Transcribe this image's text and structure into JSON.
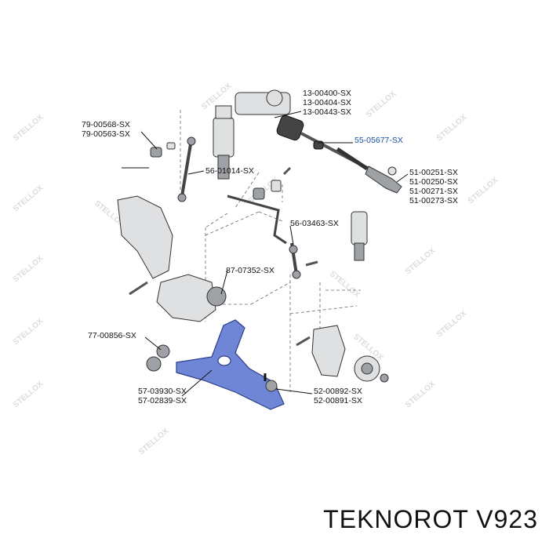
{
  "labels": {
    "rack": [
      "13-00400-SX",
      "13-00404-SX",
      "13-00443-SX"
    ],
    "tie_rod": "55-05677-SX",
    "stab_link_left": [
      "79-00568-SX",
      "79-00563-SX"
    ],
    "stab_link_front": "56-01014-SX",
    "tie_rod_end": [
      "51-00251-SX",
      "51-00250-SX",
      "51-00271-SX",
      "51-00273-SX"
    ],
    "stab_link_right": "56-03463-SX",
    "bushing": "87-07352-SX",
    "arm_bushing": "77-00856-SX",
    "control_arm": [
      "57-03930-SX",
      "57-02839-SX"
    ],
    "ball_joint": [
      "52-00892-SX",
      "52-00891-SX"
    ]
  },
  "watermark": "STELLOX",
  "footer": {
    "title": "TEKNOROT V923"
  },
  "colors": {
    "control_arm": "#6f86d6",
    "highlight_label": "#1a4fa3"
  }
}
